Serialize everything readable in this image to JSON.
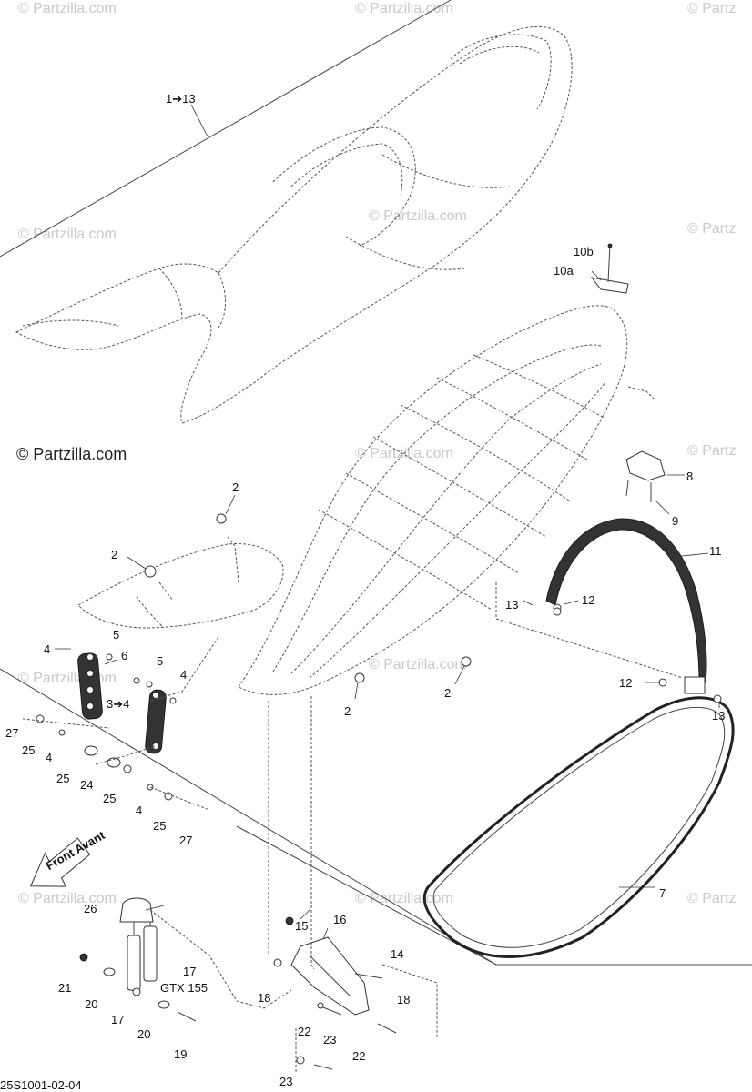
{
  "watermark_main": "© Partzilla.com",
  "watermark_faint": "© Partzilla.com",
  "watermark_edge": "© Partz",
  "part_labels": {
    "seat_set": "1➔13",
    "hinge_bracket_a": "10a",
    "hinge_bracket_b": "10b",
    "latch": "8",
    "latch_screw": "9",
    "strap": "11",
    "strap_nut_top": "12",
    "strap_nut_bottom": "12",
    "strap_screw_top": "13",
    "strap_screw_bottom": "13",
    "clip_top": "2",
    "clip_left": "2",
    "clip_center": "2",
    "clip_right": "2",
    "link_set": "3➔4",
    "bushing_a": "4",
    "bushing_b": "4",
    "bushing_c": "4",
    "bushing_d": "4",
    "bolt_5a": "5",
    "bolt_5b": "5",
    "washer_6": "6",
    "bolt_27a": "27",
    "bolt_27b": "27",
    "washer_25a": "25",
    "washer_25b": "25",
    "washer_25c": "25",
    "washer_25d": "25",
    "spacer_24": "24",
    "gasket": "7",
    "front_arrow": "Front\nAvant",
    "bracket_26": "26",
    "shock_17a": "17",
    "shock_17b": "17",
    "shock_model": "GTX 155",
    "nut_21": "21",
    "washer_20a": "20",
    "washer_20b": "20",
    "bolt_19": "19",
    "nut_15": "15",
    "bracket_16": "16",
    "bolt_14": "14",
    "pin_18a": "18",
    "pin_18b": "18",
    "screw_22a": "22",
    "screw_22b": "22",
    "washer_23a": "23",
    "washer_23b": "23",
    "drawing_code": "25S1001-02-04"
  }
}
